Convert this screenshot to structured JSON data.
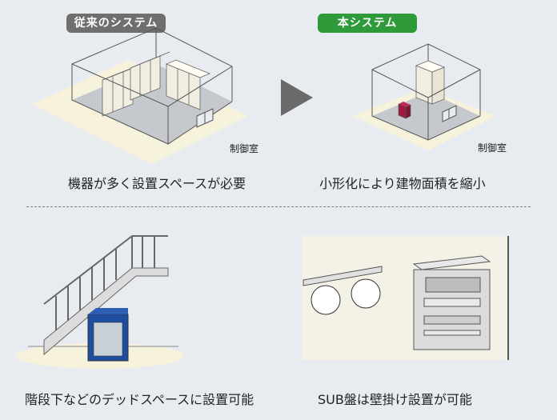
{
  "top": {
    "old_system": {
      "badge": "従来のシステム",
      "room_label": "制御室",
      "caption": "機器が多く設置スペースが必要",
      "badge_color": "#6f6f6f"
    },
    "new_system": {
      "badge": "本システム",
      "room_label": "制御室",
      "caption": "小形化により建物面積を縮小",
      "badge_color": "#2e9a3a"
    },
    "arrow_icon": "triangle-right"
  },
  "bottom": {
    "left": {
      "caption": "階段下などのデッドスペースに設置可能"
    },
    "right": {
      "caption": "SUB盤は壁掛け設置が可能"
    }
  }
}
